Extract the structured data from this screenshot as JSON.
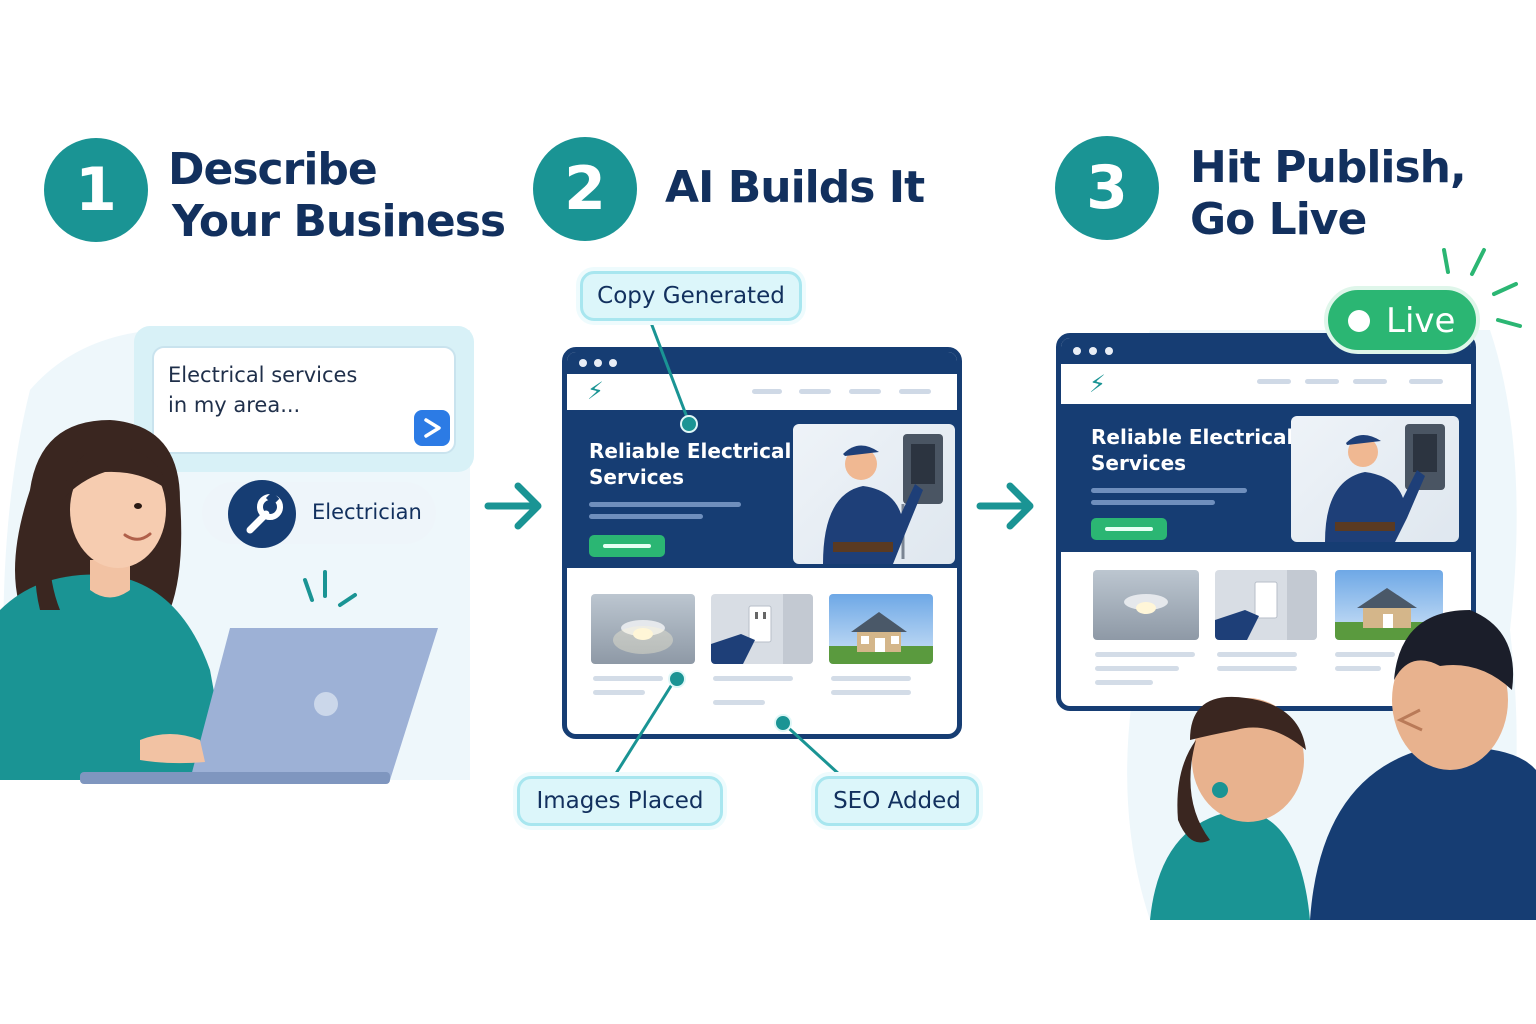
{
  "steps": [
    {
      "number": "1",
      "title_line1": "Describe",
      "title_line2": "Your Business"
    },
    {
      "number": "2",
      "title_line1": "AI Builds It"
    },
    {
      "number": "3",
      "title_line1": "Hit Publish,",
      "title_line2": "Go Live"
    }
  ],
  "prompt": {
    "line1": "Electrical services",
    "line2": "in my area..."
  },
  "category_chip": {
    "label": "Electrician"
  },
  "badges": {
    "copy": "Copy Generated",
    "images": "Images Placed",
    "seo": "SEO Added",
    "live": "Live"
  },
  "website": {
    "hero_line1": "Reliable Electrical",
    "hero_line2": "Services"
  },
  "colors": {
    "navy": "#163d73",
    "teal": "#1a9494",
    "green": "#2bb673",
    "title": "#12305e",
    "badge_bg": "#dcf6fa"
  }
}
